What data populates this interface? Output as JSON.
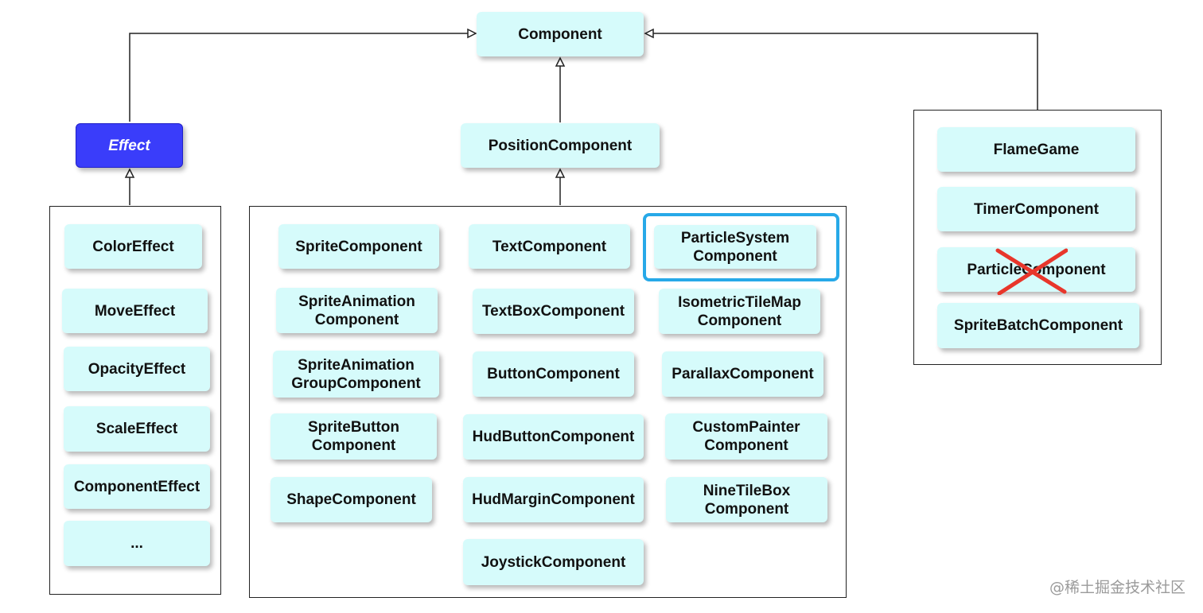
{
  "root": {
    "label": "Component"
  },
  "effect_base": {
    "label": "Effect"
  },
  "position_base": {
    "label": "PositionComponent"
  },
  "effects": [
    "ColorEffect",
    "MoveEffect",
    "OpacityEffect",
    "ScaleEffect",
    "ComponentEffect",
    "..."
  ],
  "position_components": {
    "column_1": [
      "SpriteComponent",
      "SpriteAnimation\nComponent",
      "SpriteAnimation\nGroupComponent",
      "SpriteButton\nComponent",
      "ShapeComponent"
    ],
    "column_2": [
      "TextComponent",
      "TextBoxComponent",
      "ButtonComponent",
      "HudButtonComponent",
      "HudMarginComponent",
      "JoystickComponent"
    ],
    "column_3": [
      "ParticleSystem\nComponent",
      "IsometricTileMap\nComponent",
      "ParallaxComponent",
      "CustomPainter\nComponent",
      "NineTileBox\nComponent"
    ]
  },
  "direct_components": [
    "FlameGame",
    "TimerComponent",
    "ParticleComponent",
    "SpriteBatchComponent"
  ],
  "highlighted_item": "ParticleSystem\nComponent",
  "deprecated_item": "ParticleComponent",
  "colors": {
    "node_fill": "#d6fbfb",
    "effect_fill": "#3a3dfa",
    "highlight_border": "#27a9e8",
    "deprecated_cross": "#e8362b"
  },
  "watermark": "@稀土掘金技术社区"
}
